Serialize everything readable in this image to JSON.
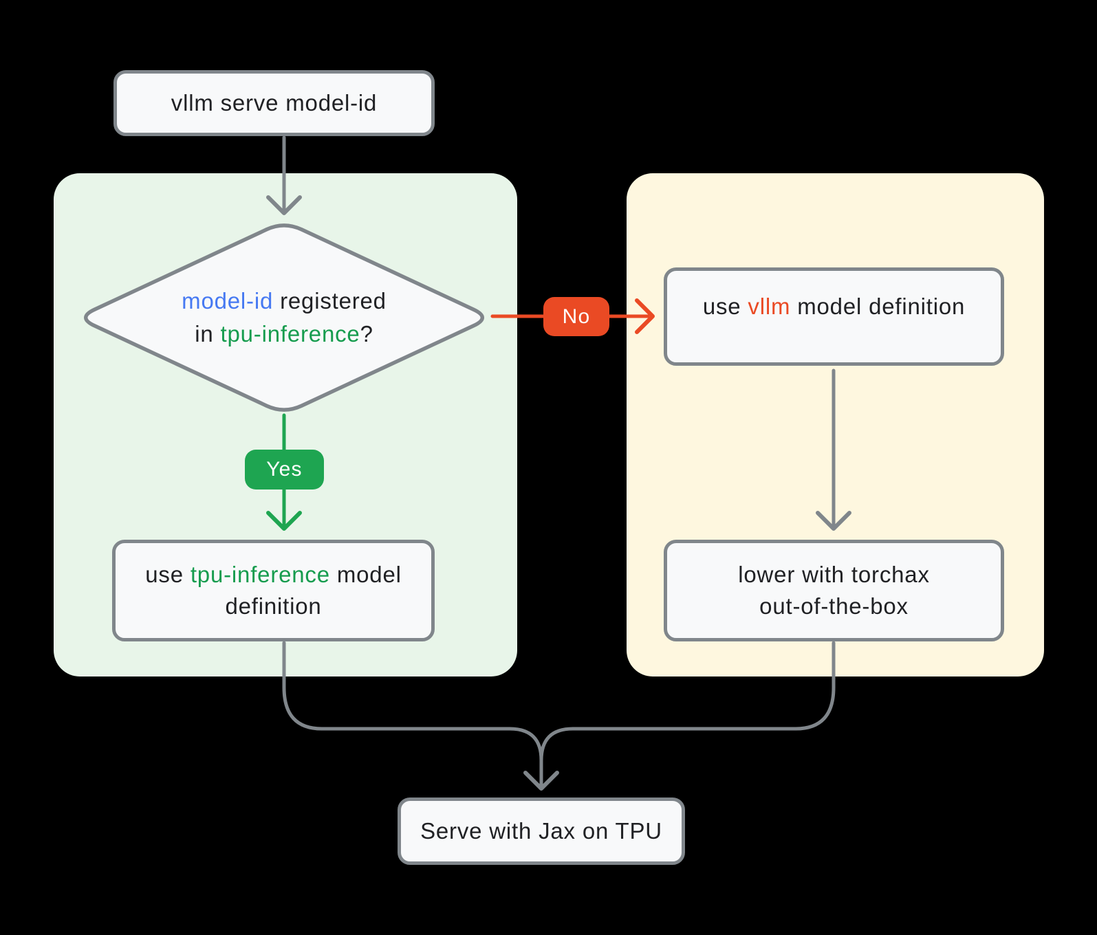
{
  "diagram": {
    "type": "flowchart",
    "background": "#000000"
  },
  "colors": {
    "left_panel_bg": "#e8f5e9",
    "right_panel_bg": "#fef7df",
    "node_bg": "#f8f9fa",
    "node_border": "#80868b",
    "connector_gray": "#80868b",
    "accent_blue": "#4679f2",
    "accent_green_text": "#169c4e",
    "accent_green_badge": "#1ea551",
    "accent_red": "#ea4a24",
    "node_text": "#202124",
    "badge_text": "#ffffff"
  },
  "nodes": {
    "start": {
      "text": "vllm serve model-id"
    },
    "decision": {
      "line1": [
        {
          "text": "model-id",
          "color": "#4679f2"
        },
        {
          "text": " registered",
          "color": "#202124"
        }
      ],
      "line2": [
        {
          "text": "in ",
          "color": "#202124"
        },
        {
          "text": "tpu-inference",
          "color": "#169c4e"
        },
        {
          "text": "?",
          "color": "#202124"
        }
      ]
    },
    "use_tpu_inference": {
      "line1": [
        {
          "text": "use ",
          "color": "#202124"
        },
        {
          "text": "tpu-inference",
          "color": "#169c4e"
        },
        {
          "text": " model",
          "color": "#202124"
        }
      ],
      "line2": "definition"
    },
    "use_vllm": {
      "line1": [
        {
          "text": "use ",
          "color": "#202124"
        },
        {
          "text": "vllm",
          "color": "#ea4a24"
        },
        {
          "text": " model definition",
          "color": "#202124"
        }
      ]
    },
    "lower_torchax": {
      "line1": "lower with torchax",
      "line2": "out-of-the-box"
    },
    "serve": {
      "text": "Serve with Jax on TPU"
    }
  },
  "edges": {
    "no_label": "No",
    "yes_label": "Yes"
  }
}
